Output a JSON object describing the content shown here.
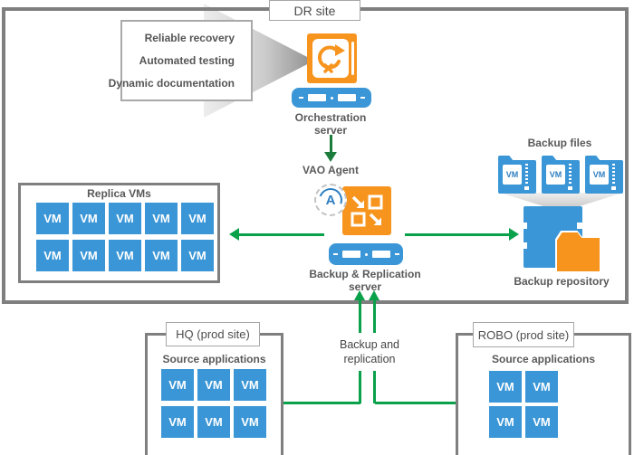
{
  "colors": {
    "blue": "#3a96d6",
    "orange": "#f7941e",
    "green": "#0aa14b",
    "dark_green": "#1c7c3c",
    "box_border": "#7f7f7f",
    "text": "#595959"
  },
  "dr": {
    "site_label": "DR site",
    "callout_lines": [
      "Reliable recovery",
      "Automated testing",
      "Dynamic documentation"
    ],
    "orchestration_label": [
      "Orchestration",
      "server"
    ],
    "vao_label": "VAO Agent",
    "vao_monogram": "A",
    "bnr_label": [
      "Backup & Replication",
      "server"
    ],
    "replica": {
      "title": "Replica VMs",
      "vm": "VM",
      "count": 10
    },
    "files": {
      "title": "Backup files",
      "vm": "VM",
      "count": 3
    },
    "repository_label": "Backup repository"
  },
  "connector": {
    "line1": "Backup and",
    "line2": "replication"
  },
  "hq": {
    "label": "HQ (prod site)",
    "subtitle": "Source applications",
    "vm": "VM",
    "count": 6
  },
  "robo": {
    "label": "ROBO (prod site)",
    "subtitle": "Source applications",
    "vm": "VM",
    "count": 4
  }
}
